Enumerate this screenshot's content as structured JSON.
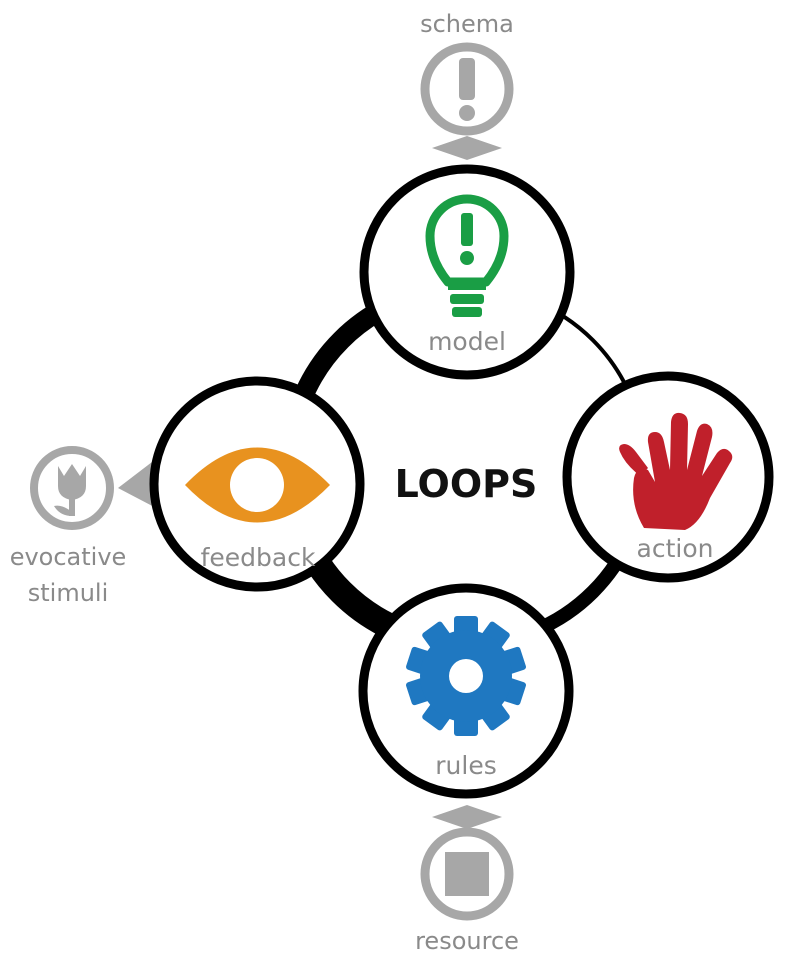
{
  "center": {
    "label": "LOOPS"
  },
  "nodes": {
    "model": {
      "label": "model",
      "icon": "lightbulb-icon",
      "color": "#1a9e45"
    },
    "action": {
      "label": "action",
      "icon": "hand-icon",
      "color": "#c0202b"
    },
    "rules": {
      "label": "rules",
      "icon": "gear-icon",
      "color": "#1f78c1"
    },
    "feedback": {
      "label": "feedback",
      "icon": "eye-icon",
      "color": "#e8921f"
    }
  },
  "externals": {
    "schema": {
      "label": "schema",
      "icon": "exclamation-icon"
    },
    "evocative": {
      "line1": "evocative",
      "line2": "stimuli",
      "icon": "tulip-icon"
    },
    "resource": {
      "label": "resource",
      "icon": "square-icon"
    }
  },
  "colors": {
    "ring": "#000000",
    "external": "#a7a7a7",
    "label": "#8a8a8a"
  }
}
